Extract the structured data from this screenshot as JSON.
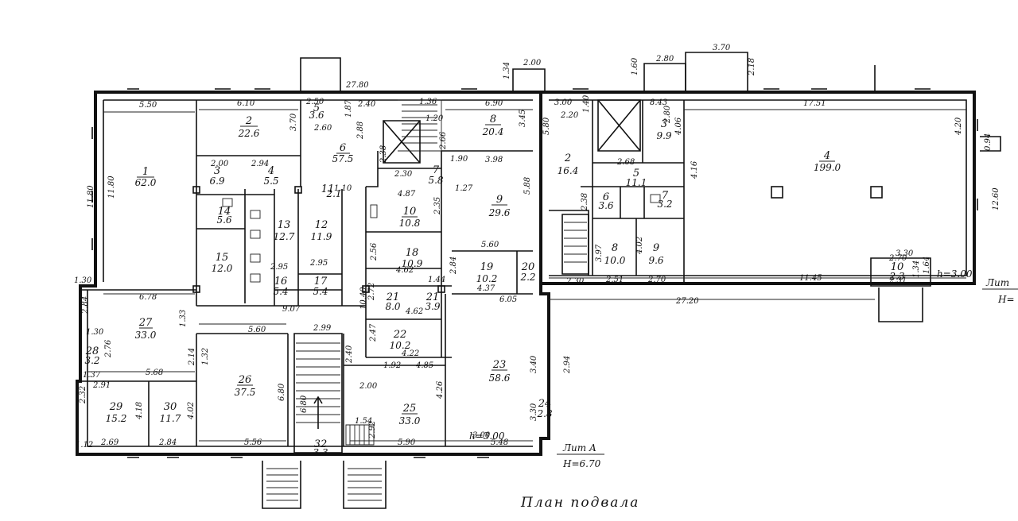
{
  "title": "План подвала",
  "lit": "Лит А",
  "height_left": "Н=6.70",
  "height_right": "Лит",
  "height_right_h": "Н=",
  "h_note_left": "h=3.00",
  "h_note_right": "h=3.00",
  "rooms": [
    {
      "id": "1",
      "num": "1",
      "area": "62.0"
    },
    {
      "id": "2a",
      "num": "2",
      "area": "22.6"
    },
    {
      "id": "3a",
      "num": "3",
      "area": "6.9"
    },
    {
      "id": "4a",
      "num": "4",
      "area": "5.5"
    },
    {
      "id": "5a",
      "num": "5",
      "area": "3.6"
    },
    {
      "id": "6",
      "num": "6",
      "area": "57.5"
    },
    {
      "id": "7a",
      "num": "7",
      "area": "5.8"
    },
    {
      "id": "8a",
      "num": "8",
      "area": "20.4"
    },
    {
      "id": "9a",
      "num": "9",
      "area": "29.6"
    },
    {
      "id": "10",
      "num": "10",
      "area": "10.8"
    },
    {
      "id": "11",
      "num": "11",
      "area": "2.1"
    },
    {
      "id": "12",
      "num": "12",
      "area": "11.9"
    },
    {
      "id": "13",
      "num": "13",
      "area": "12.7"
    },
    {
      "id": "14",
      "num": "14",
      "area": "5.6"
    },
    {
      "id": "15",
      "num": "15",
      "area": "12.0"
    },
    {
      "id": "16",
      "num": "16",
      "area": "5.4"
    },
    {
      "id": "17",
      "num": "17",
      "area": "5.4"
    },
    {
      "id": "18",
      "num": "18",
      "area": "10.9"
    },
    {
      "id": "19",
      "num": "19",
      "area": "10.2"
    },
    {
      "id": "20",
      "num": "20",
      "area": "2.2"
    },
    {
      "id": "21",
      "num": "21",
      "area": "8.0"
    },
    {
      "id": "21b",
      "num": "21",
      "area": "3.9"
    },
    {
      "id": "22",
      "num": "22",
      "area": "10.2"
    },
    {
      "id": "23",
      "num": "23",
      "area": "58.6"
    },
    {
      "id": "24",
      "num": "24",
      "area": "2.8"
    },
    {
      "id": "25",
      "num": "25",
      "area": "33.0"
    },
    {
      "id": "26",
      "num": "26",
      "area": "37.5"
    },
    {
      "id": "27",
      "num": "27",
      "area": "33.0"
    },
    {
      "id": "28",
      "num": "28",
      "area": "3.2"
    },
    {
      "id": "29",
      "num": "29",
      "area": "15.2"
    },
    {
      "id": "30",
      "num": "30",
      "area": "11.7"
    },
    {
      "id": "32",
      "num": "32",
      "area": "3.3"
    },
    {
      "id": "r2",
      "num": "2",
      "area": "16.4"
    },
    {
      "id": "r3",
      "num": "3",
      "area": "9.9"
    },
    {
      "id": "r4",
      "num": "4",
      "area": "199.0"
    },
    {
      "id": "r5",
      "num": "5",
      "area": "11.1"
    },
    {
      "id": "r6",
      "num": "6",
      "area": "3.6"
    },
    {
      "id": "r7",
      "num": "7",
      "area": "3.2"
    },
    {
      "id": "r8",
      "num": "8",
      "area": "10.0"
    },
    {
      "id": "r9",
      "num": "9",
      "area": "9.6"
    },
    {
      "id": "r10",
      "num": "10",
      "area": "2.3"
    }
  ],
  "dims": [
    "27.80",
    "5.50",
    "6.10",
    "2.40",
    "6.90",
    "3.45",
    "11.80",
    "11.80",
    "3.70",
    "2.94",
    "2.00",
    "2.50",
    "5.68",
    "6.78",
    "3.98",
    "5.88",
    "5.60",
    "4.87",
    "2.35",
    "4.62",
    "2.56",
    "4.62",
    "10.40",
    "2.84",
    "4.37",
    "6.05",
    "1.30",
    "2.84",
    "1.30",
    "2.76",
    "1.37",
    "2.91",
    "5.60",
    "2.99",
    "6.80",
    "2.14",
    "1.32",
    "1.33",
    "5.56",
    "2.69",
    "2.84",
    "2.32",
    "4.18",
    "4.02",
    "1.12",
    "2.40",
    "1.92",
    "4.85",
    "4.26",
    "5.90",
    "2.00",
    "3.00",
    "3.40",
    "5.48",
    "3.30",
    "2.94",
    "1.54",
    "2.92",
    "2.30",
    "2.80",
    "4.06",
    "8.43",
    "17.51",
    "11.45",
    "4.20",
    "12.60",
    "3.70",
    "2.80",
    "27.20",
    "4.16",
    "2.68",
    "3.97",
    "4.02",
    "2.51",
    "2.70",
    "1.60",
    "2.18",
    "3.00",
    "1.40",
    "2.00",
    "1.34",
    "1.36",
    "0.94",
    "3.30",
    "2.70",
    "1.64",
    "2.31",
    "1.34",
    "2.88",
    "1.87",
    "2.60",
    "1.20",
    "2.20",
    "5.80",
    "2.95",
    "2.95",
    "9.07",
    "1.44",
    "2.72",
    "2.47",
    "4.22",
    "6.80",
    "1.10",
    "2.30",
    "1.90",
    "1.27",
    "2.38",
    "2.66",
    "2.38"
  ]
}
